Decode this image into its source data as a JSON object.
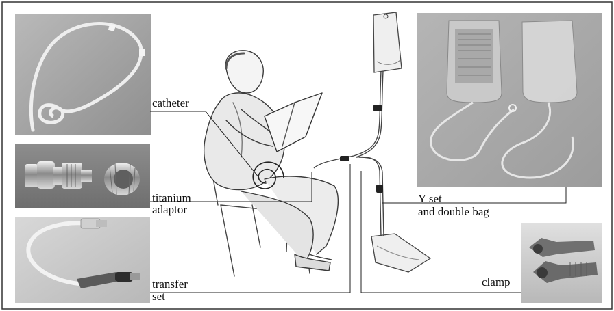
{
  "labels": {
    "catheter": "catheter",
    "titanium_adaptor_line1": "titanium",
    "titanium_adaptor_line2": "adaptor",
    "transfer_set_line1": "transfer",
    "transfer_set_line2": "set",
    "y_set_line1": "Y set",
    "y_set_line2": "and double bag",
    "clamp": "clamp"
  },
  "colors": {
    "frame": "#333333",
    "photo_bg": "#9a9a9a",
    "leader_line": "#222222",
    "tubing": "#e8e8e8"
  }
}
